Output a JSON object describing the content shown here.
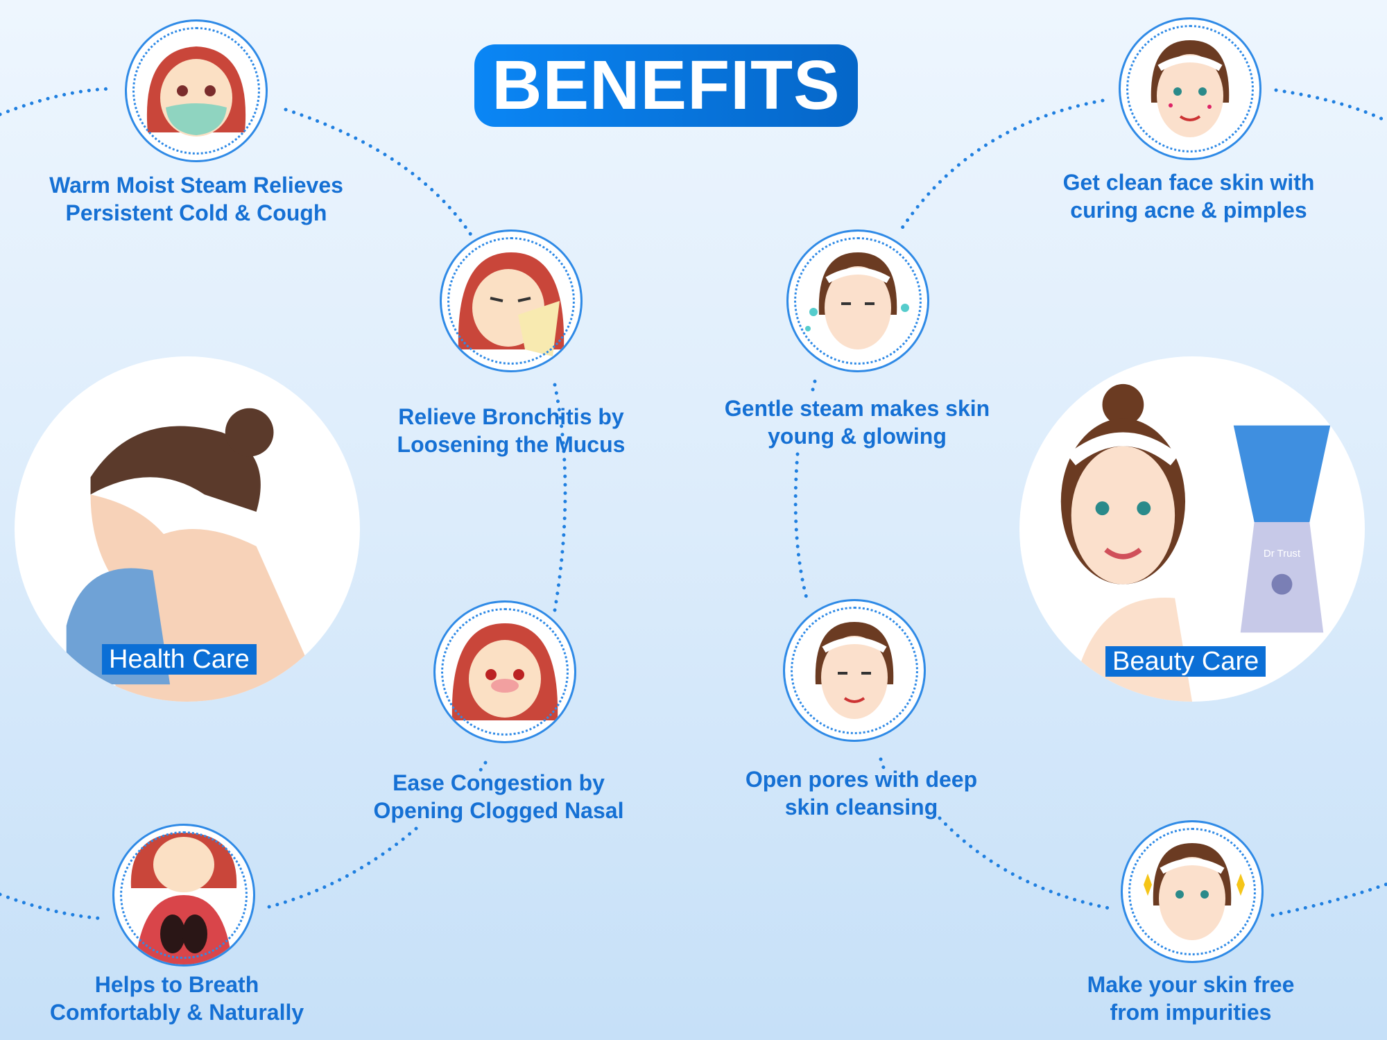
{
  "title": "BENEFITS",
  "colors": {
    "accent": "#0b6fd6",
    "text": "#1570d4"
  },
  "categories": {
    "health": "Health Care",
    "beauty": "Beauty Care"
  },
  "benefits": [
    {
      "line1": "Warm Moist Steam Relieves",
      "line2": "Persistent Cold & Cough"
    },
    {
      "line1": "Relieve Bronchitis by",
      "line2": "Loosening the Mucus"
    },
    {
      "line1": "Ease Congestion by",
      "line2": "Opening Clogged Nasal"
    },
    {
      "line1": "Helps to Breath",
      "line2": "Comfortably & Naturally"
    },
    {
      "line1": "Get clean face skin with",
      "line2": "curing acne & pimples"
    },
    {
      "line1": "Gentle steam makes skin",
      "line2": "young & glowing"
    },
    {
      "line1": "Open pores with deep",
      "line2": "skin cleansing"
    },
    {
      "line1": "Make your skin free",
      "line2": "from impurities"
    }
  ],
  "steamer_brand": "Dr Trust"
}
